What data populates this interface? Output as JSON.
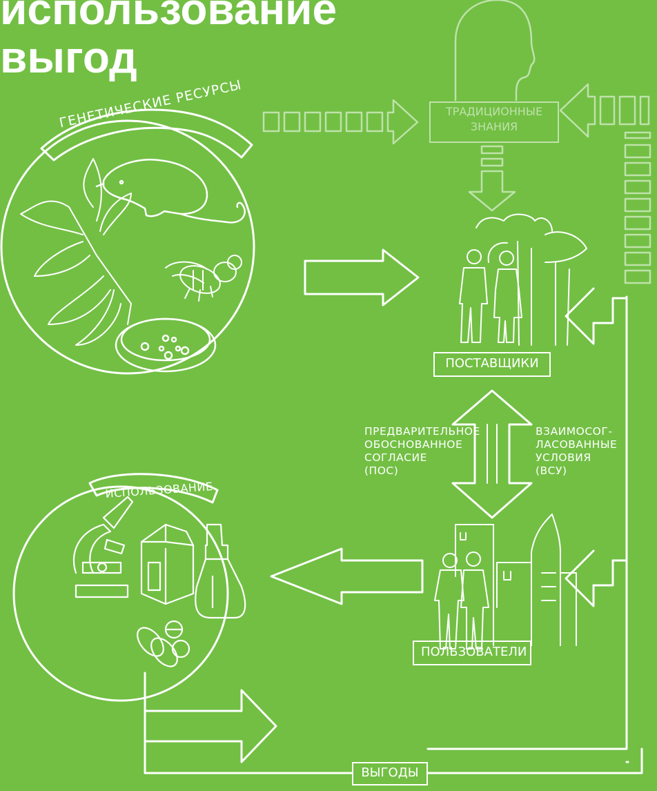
{
  "title": {
    "line1": "использование",
    "line2": "выгод"
  },
  "labels": {
    "genetic_resources": "ГЕНЕТИЧЕСКИЕ РЕСУРСЫ",
    "traditional_knowledge_1": "ТРАДИЦИОННЫЕ",
    "traditional_knowledge_2": "ЗНАНИЯ",
    "suppliers": "ПОСТАВЩИКИ",
    "users": "ПОЛЬЗОВАТЕЛИ",
    "usage": "ИСПОЛЬЗОВАНИЕ",
    "benefits": "ВЫГОДЫ",
    "pic": [
      "ПРЕДВАРИТЕЛЬНОЕ",
      "ОБОСНОВАННОЕ",
      "СОГЛАСИЕ",
      "(ПОС)"
    ],
    "mat": [
      "ВЗАИМОСОГ-",
      "ЛАСОВАННЫЕ",
      "УСЛОВИЯ",
      "(ВСУ)"
    ]
  },
  "colors": {
    "background": "#72bf44",
    "line": "#ffffff",
    "faded_line": "rgba(255,255,255,0.55)"
  }
}
